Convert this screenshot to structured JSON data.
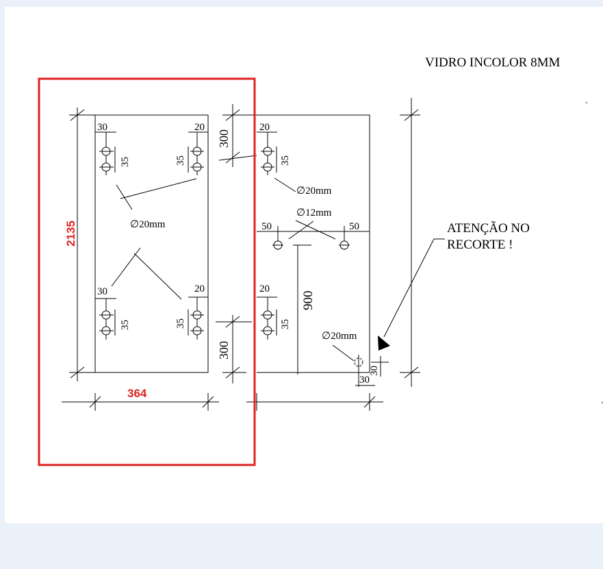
{
  "title": "VIDRO INCOLOR 8MM",
  "note_line1": "ATENÇÃO NO",
  "note_line2": "RECORTE !",
  "colors": {
    "background": "#eaf1fa",
    "paper": "#ffffff",
    "highlight": "#e02020",
    "line": "#000000"
  },
  "left_panel": {
    "height": "2135",
    "width": "364",
    "offset_top_left": "30",
    "offset_top_right": "20",
    "offset_bottom_left": "30",
    "offset_bottom_right": "20",
    "hole_spacing": "35",
    "hole_diameter": "∅20mm"
  },
  "right_panel": {
    "offset_top": "20",
    "offset_bottom": "20",
    "hole_spacing": "35",
    "hole_diameter": "∅20mm",
    "small_hole_diameter": "∅12mm",
    "small_hole_left": "50",
    "small_hole_right": "50",
    "small_hole_height": "900",
    "notch_diameter": "∅20mm",
    "notch_offset_x": "30",
    "notch_offset_y": "30"
  },
  "gap_dims": {
    "top": "300",
    "bottom": "300"
  }
}
